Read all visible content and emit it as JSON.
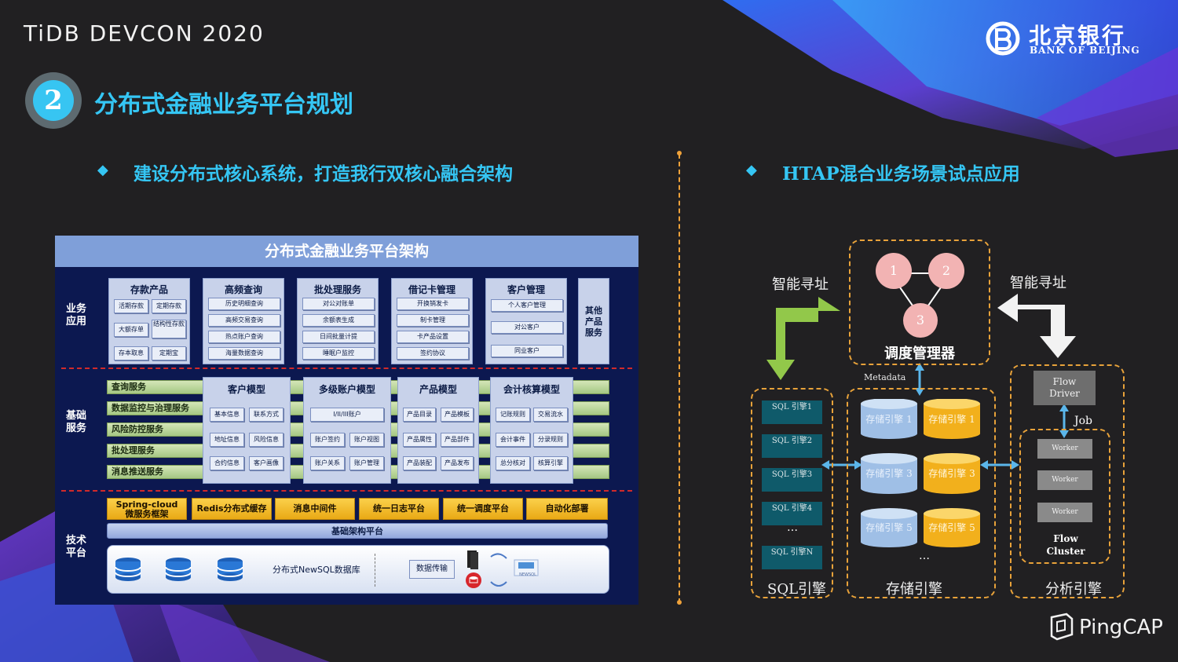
{
  "header": {
    "brand": "TiDB DEVCON 2020",
    "logo_cn": "北京银行",
    "logo_en": "BANK OF BEIJING"
  },
  "section": {
    "number": "2",
    "title": "分布式金融业务平台规划"
  },
  "bullets": {
    "left": "建设分布式核心系统，打造我行双核心融合架构",
    "right": "HTAP混合业务场景试点应用"
  },
  "arch": {
    "title": "分布式金融业务平台架构",
    "row_labels": {
      "business": "业务应用",
      "basic": "基础服务",
      "tech": "技术平台"
    },
    "business": [
      {
        "title": "存款产品",
        "items": [
          "活期存款",
          "定期存款",
          "大额存单",
          "结构性存款",
          "存本取息",
          "定期宝"
        ]
      },
      {
        "title": "高频查询",
        "items": [
          "历史明细查询",
          "高频交易查询",
          "热点账户查询",
          "海量数据查询"
        ]
      },
      {
        "title": "批处理服务",
        "items": [
          "对公对账单",
          "余额表生成",
          "日间批量计提",
          "睡眠户监控"
        ]
      },
      {
        "title": "借记卡管理",
        "items": [
          "开换销发卡",
          "制卡管理",
          "卡产品设置",
          "签约协议"
        ]
      },
      {
        "title": "客户管理",
        "items": [
          "个人客户管理",
          "对公客户",
          "同业客户"
        ]
      }
    ],
    "other": "其他产品服务",
    "basic_services": [
      "查询服务",
      "数据监控与治理服务",
      "风险防控服务",
      "批处理服务",
      "消息推送服务"
    ],
    "models": [
      {
        "title": "客户模型",
        "items": [
          "基本信息",
          "联系方式",
          "地址信息",
          "风险信息",
          "合约信息",
          "客户画像"
        ]
      },
      {
        "title": "多级账户模型",
        "items": [
          "I/II/III账户",
          "账户签约",
          "账户视图",
          "账户关系",
          "账户管理"
        ]
      },
      {
        "title": "产品模型",
        "items": [
          "产品目录",
          "产品模板",
          "产品属性",
          "产品部件",
          "产品装配",
          "产品发布"
        ]
      },
      {
        "title": "会计核算模型",
        "items": [
          "记账规则",
          "交易流水",
          "会计事件",
          "分录规则",
          "总分核对",
          "核算引擎"
        ]
      }
    ],
    "tech": [
      "Spring-cloud 微服务框架",
      "Redis分布式缓存",
      "消息中间件",
      "统一日志平台",
      "统一调度平台",
      "自动化部署"
    ],
    "infra": "基础架构平台",
    "db": "分布式NewSQL数据库",
    "transfer": "数据传输",
    "newsql_tag": "NEWSQL"
  },
  "htap": {
    "smart_route_left": "智能寻址",
    "smart_route_right": "智能寻址",
    "pd_nodes": [
      "1",
      "2",
      "3"
    ],
    "scheduler": "调度管理器",
    "metadata": "Metadata",
    "sql_engines": [
      "SQL 引擎1",
      "SQL 引擎2",
      "SQL 引擎3",
      "SQL 引擎4",
      "SQL 引擎N"
    ],
    "ellipsis": "…",
    "storage": [
      [
        "存储引擎 1",
        "存储引擎 1"
      ],
      [
        "存储引擎 3",
        "存储引擎 3"
      ],
      [
        "存储引擎 5",
        "存储引擎 5"
      ]
    ],
    "flow_driver": "Flow Driver",
    "job": "Job",
    "workers": [
      "Worker",
      "Worker",
      "Worker"
    ],
    "flow_cluster": "Flow Cluster",
    "labels": {
      "sql": "SQL引擎",
      "storage": "存储引擎",
      "analysis": "分析引擎"
    }
  },
  "footer": {
    "brand": "PingCAP"
  },
  "colors": {
    "accent": "#35c6f4",
    "divider": "#f0a23a",
    "green_arrow": "#92c84a"
  }
}
